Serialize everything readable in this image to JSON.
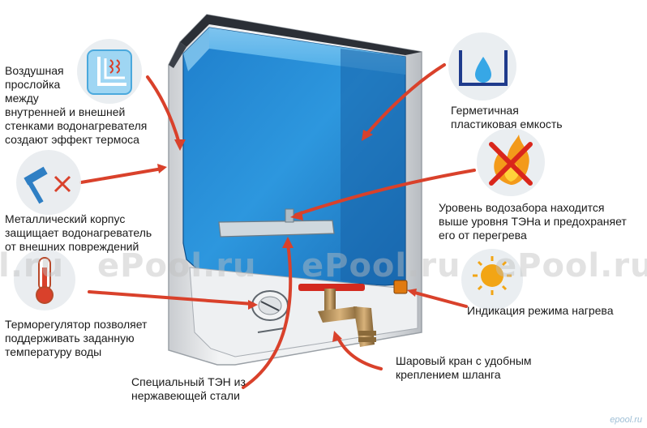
{
  "watermark": {
    "text_1": "l.ru",
    "text_2": "ePool.ru",
    "text_3": "ePool.ru",
    "text_4": "ePool.ru",
    "corner": "epool.ru"
  },
  "colors": {
    "tank_blue": "#2a8fd6",
    "tank_blue_dark": "#1769b3",
    "arrow_red": "#d9412b",
    "body_grey": "#e6e8ea",
    "icon_blue": "#7ec6ef"
  },
  "callouts": [
    {
      "id": "air-gap",
      "icon": "air-layers-icon",
      "lines": [
        "Воздушная",
        "прослойка",
        "между",
        "внутренней и внешней",
        "стенками водонагревателя",
        "создают эффект термоса"
      ]
    },
    {
      "id": "metal-body",
      "icon": "hammer-icon",
      "lines": [
        "Металлический корпус",
        "защищает водонагреватель",
        "от внешних повреждений"
      ]
    },
    {
      "id": "thermostat",
      "icon": "thermometer-icon",
      "lines": [
        "Терморегулятор позволяет",
        "поддерживать заданную",
        "температуру воды"
      ]
    },
    {
      "id": "heater",
      "icon": null,
      "lines": [
        "Специальный ТЭН из",
        "нержавеющей стали"
      ]
    },
    {
      "id": "tap",
      "icon": null,
      "lines": [
        "Шаровый кран с удобным",
        "креплением шланга"
      ]
    },
    {
      "id": "indicator",
      "icon": "sun-icon",
      "lines": [
        "Индикация режима нагрева"
      ]
    },
    {
      "id": "intake",
      "icon": "no-fire-icon",
      "lines": [
        "Уровень водозабора находится",
        "выше уровня ТЭНа и предохраняет",
        "его от перегрева"
      ]
    },
    {
      "id": "container",
      "icon": "water-drop-container-icon",
      "lines": [
        "Герметичная",
        "пластиковая емкость"
      ]
    }
  ]
}
